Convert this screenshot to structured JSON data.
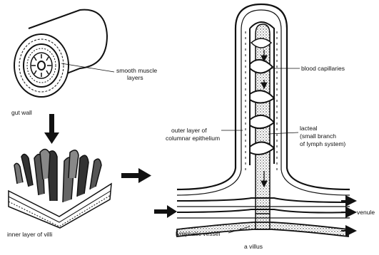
{
  "labels": {
    "smooth_muscle": [
      "smooth muscle",
      "layers"
    ],
    "gut_wall": "gut wall",
    "inner_villi": "inner layer of villi",
    "blood_capillaries": "blood capillaries",
    "outer_layer": [
      "outer layer of",
      "columnar epithelium"
    ],
    "lacteal": [
      "lacteal",
      "(small branch",
      "of lymph system)"
    ],
    "venule": "venule",
    "lymphatic_vessel": "lymphatic vessel",
    "a_villus": "a villus"
  },
  "colors": {
    "ink": "#111111",
    "paper": "#ffffff"
  }
}
